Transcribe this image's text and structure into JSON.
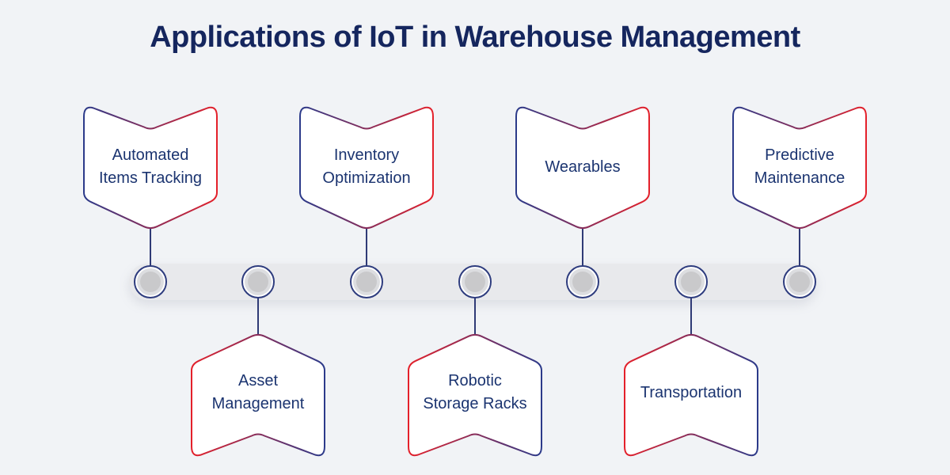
{
  "title": "Applications of IoT in Warehouse Management",
  "diagram_type": "timeline-infographic",
  "nodes": [
    {
      "label": "Automated\nItems Tracking",
      "position": "top",
      "order": 1
    },
    {
      "label": "Asset\nManagement",
      "position": "bottom",
      "order": 2
    },
    {
      "label": "Inventory\nOptimization",
      "position": "top",
      "order": 3
    },
    {
      "label": "Robotic\nStorage Racks",
      "position": "bottom",
      "order": 4
    },
    {
      "label": "Wearables",
      "position": "top",
      "order": 5
    },
    {
      "label": "Transportation",
      "position": "bottom",
      "order": 6
    },
    {
      "label": "Predictive\nMaintenance",
      "position": "top",
      "order": 7
    }
  ],
  "colors": {
    "background": "#f1f3f6",
    "title_text": "#15265e",
    "badge_text": "#1b3470",
    "badge_fill": "#ffffff",
    "gradient_navy": "#2b3a8a",
    "gradient_red": "#e4202a",
    "timeline_bar": "#e8e9ec",
    "circle_ring": "#2e3c7e",
    "circle_fill": "#c9c9cb",
    "connector": "#2f3a76"
  }
}
